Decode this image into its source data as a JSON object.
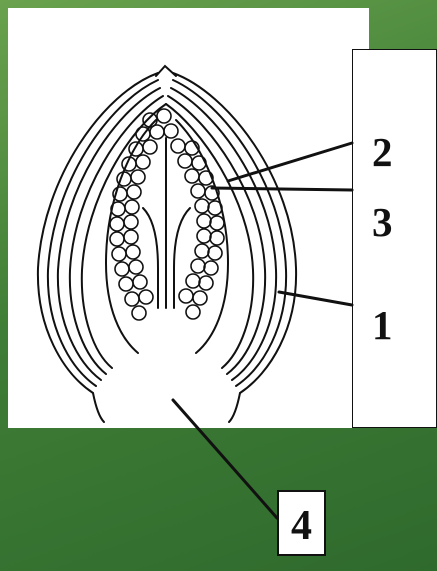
{
  "labels": {
    "label_2": "2",
    "label_3": "3",
    "label_1": "1",
    "label_4": "4"
  },
  "colors": {
    "background_green": "#3f7e36",
    "panel": "#ffffff",
    "ink": "#111111"
  }
}
